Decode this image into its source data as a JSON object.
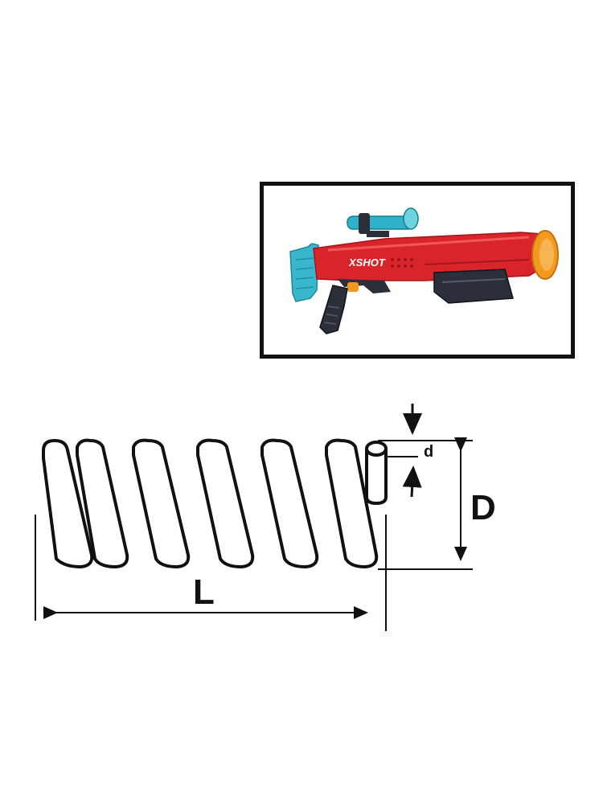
{
  "product_image": {
    "brand_logo": "XSHOT",
    "colors": {
      "body": "#d8242a",
      "body_dark": "#a4161b",
      "stock": "#39b7cc",
      "scope": "#2fb2c8",
      "grip": "#2b2f3a",
      "muzzle": "#f39a1e"
    }
  },
  "spring_diagram": {
    "labels": {
      "length": "L",
      "diameter": "D",
      "wire": "d"
    },
    "coil_count": 6,
    "line_color": "#111111"
  }
}
